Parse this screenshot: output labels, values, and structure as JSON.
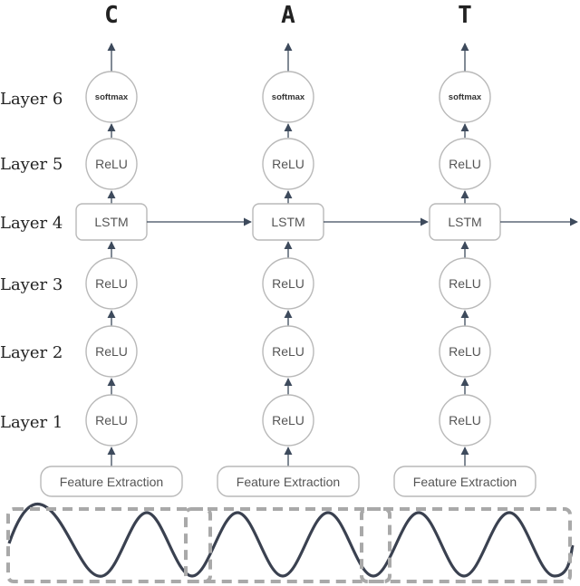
{
  "outputs": [
    "C",
    "A",
    "T"
  ],
  "layer_labels": [
    "Layer 6",
    "Layer 5",
    "Layer 4",
    "Layer 3",
    "Layer 2",
    "Layer 1"
  ],
  "nodes": {
    "softmax": "softmax",
    "relu": "ReLU",
    "lstm": "LSTM",
    "feature_extraction": "Feature Extraction"
  },
  "colors": {
    "node_stroke": "#b9b9b9",
    "arrow": "#3d4a5c",
    "wave": "#3a4150",
    "dashed_box": "#a9a9a9"
  }
}
